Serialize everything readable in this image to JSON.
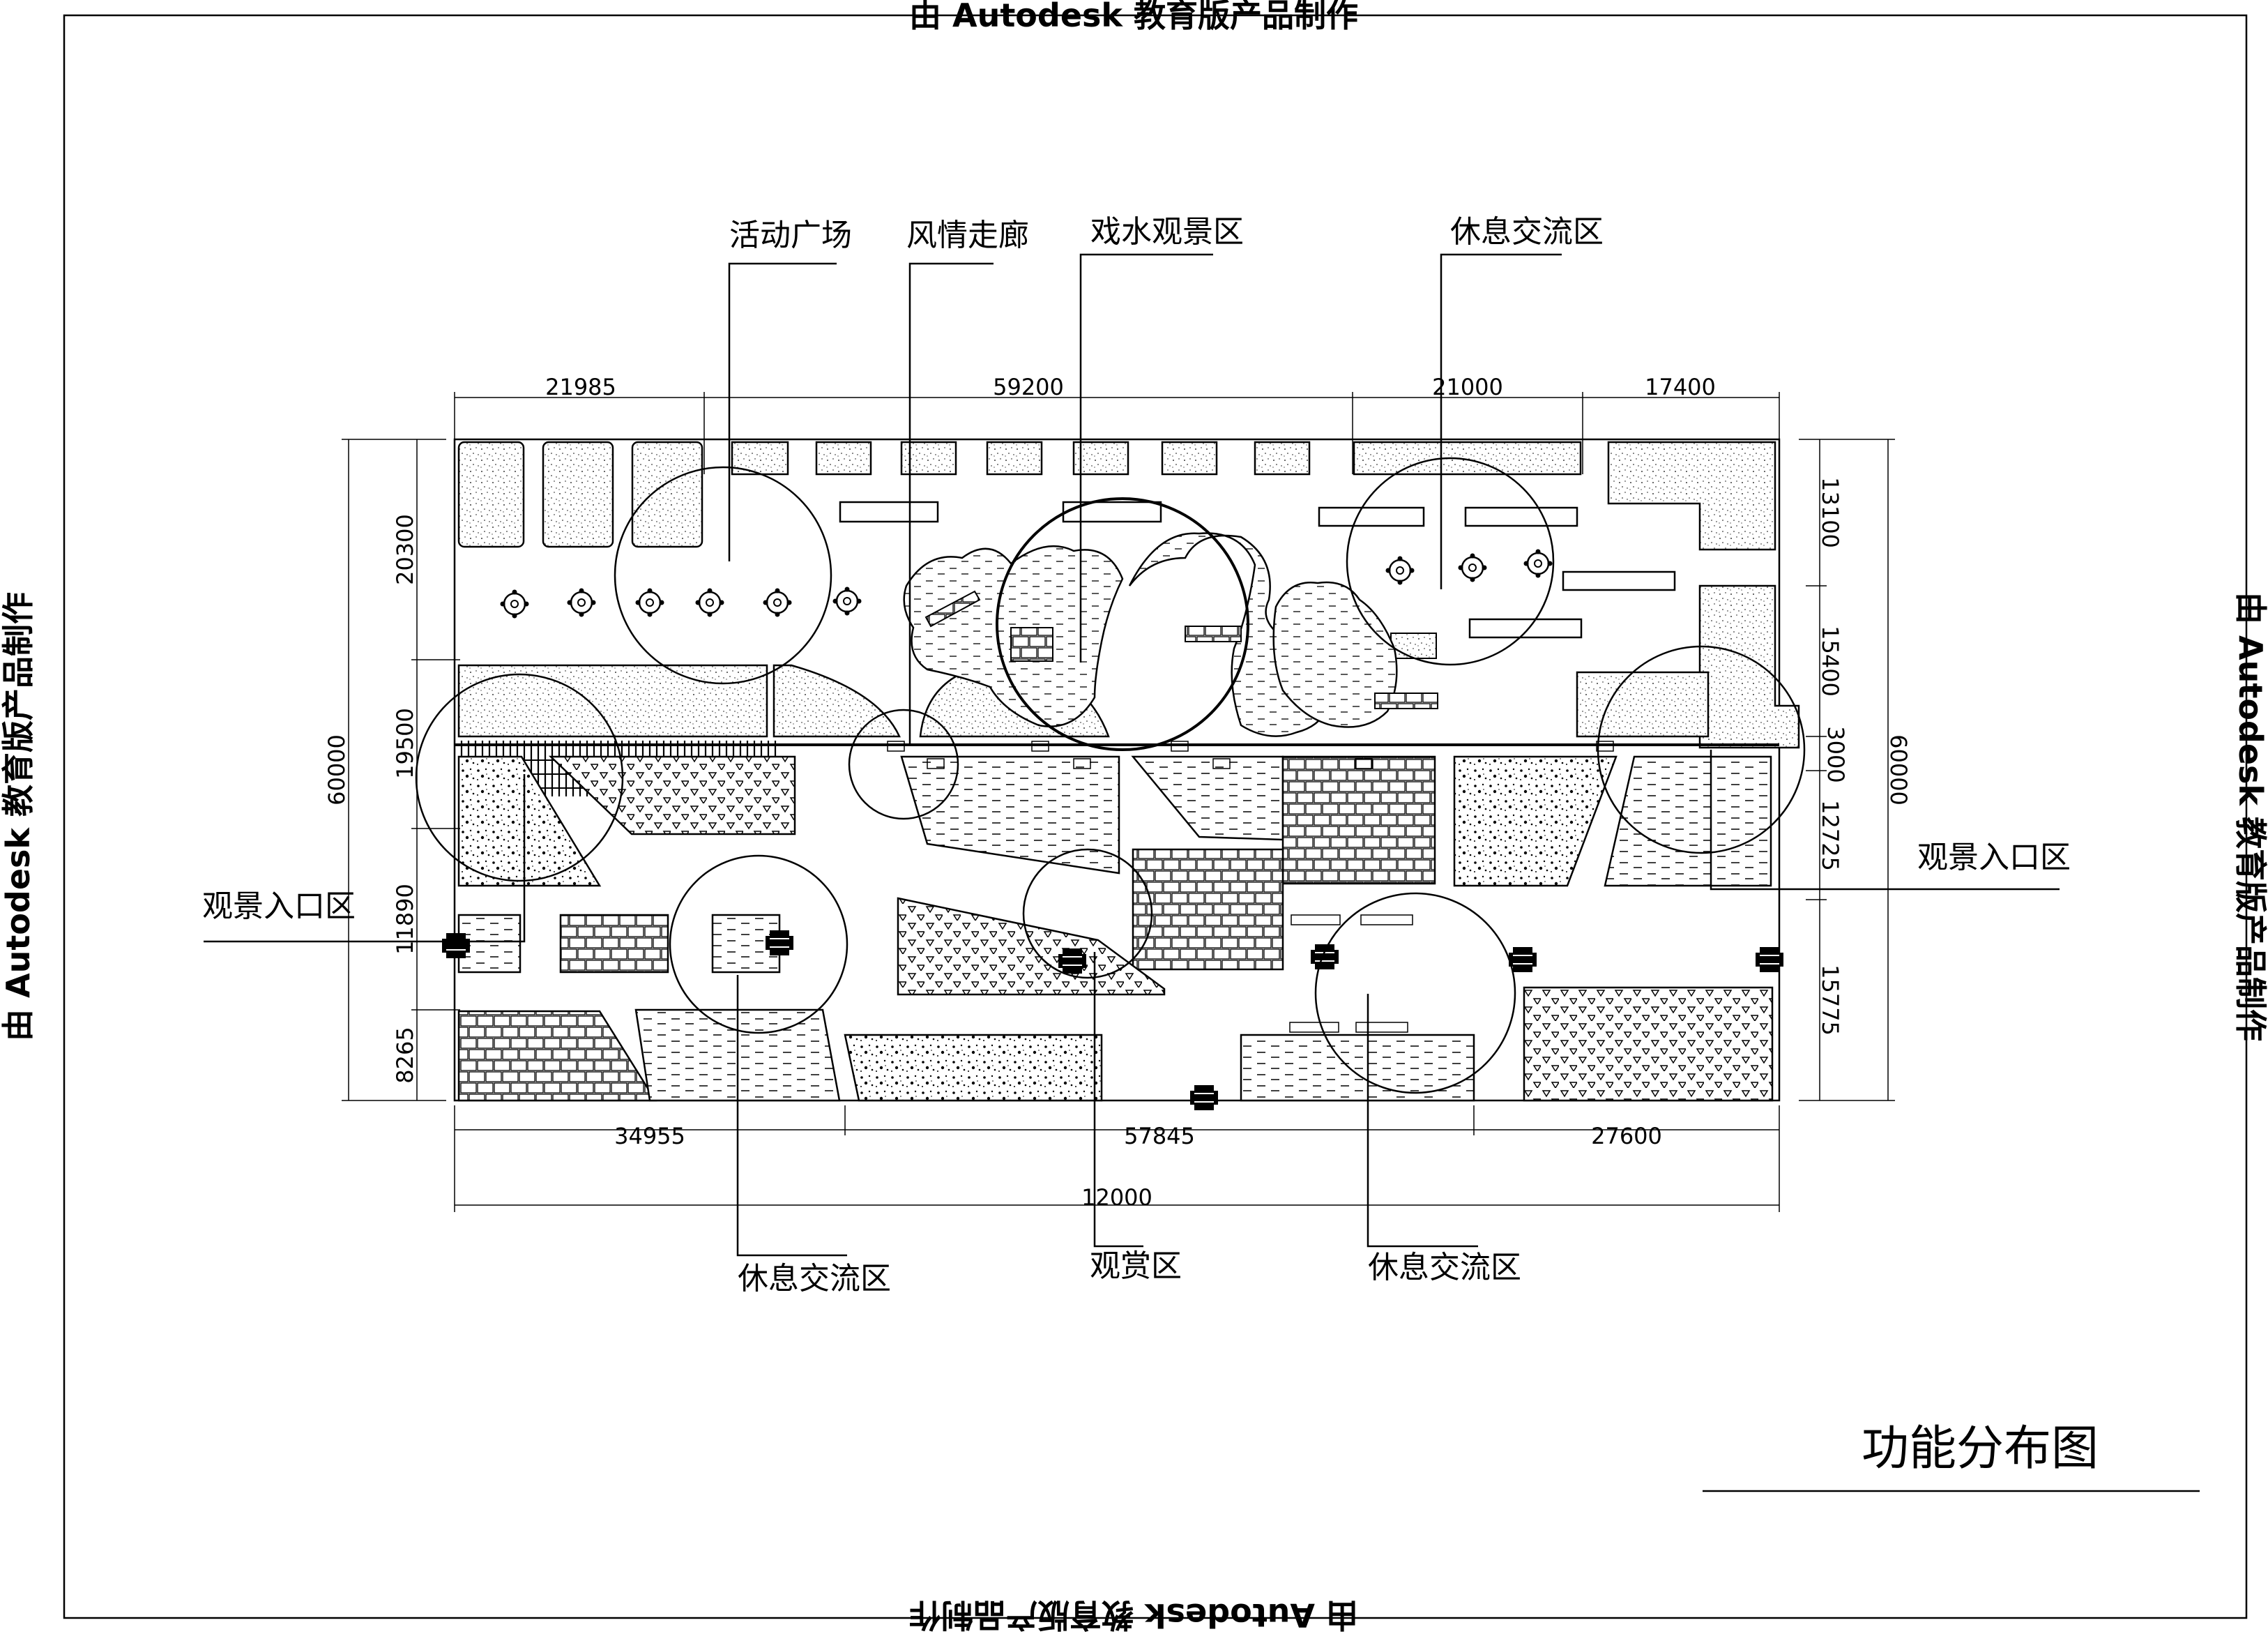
{
  "watermark": "由 Autodesk 教育版产品制作",
  "title": "功能分布图",
  "zones": {
    "activity_plaza": "活动广场",
    "scenic_corridor": "风情走廊",
    "water_view": "戏水观景区",
    "rest_top": "休息交流区",
    "entrance_left": "观景入口区",
    "entrance_right": "观景入口区",
    "rest_bottom_left": "休息交流区",
    "viewing": "观赏区",
    "rest_bottom_right": "休息交流区"
  },
  "dims": {
    "top": [
      "21985",
      "59200",
      "21000",
      "17400"
    ],
    "bottom": [
      "34955",
      "57845",
      "27600"
    ],
    "total_width": "12000",
    "left": [
      "20300",
      "19500",
      "11890",
      "8265"
    ],
    "left_total": "60000",
    "right": [
      "13100",
      "15400",
      "3000",
      "12725",
      "15775"
    ],
    "right_total": "60000"
  },
  "colors": {
    "line": "#000000",
    "paper": "#ffffff"
  }
}
